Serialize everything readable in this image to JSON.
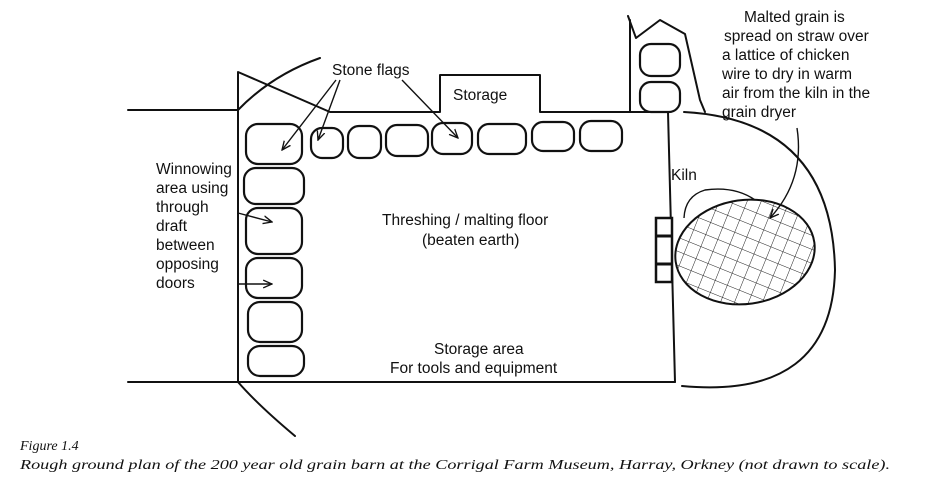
{
  "labels": {
    "stone_flags": "Stone flags",
    "storage": "Storage",
    "winnowing": [
      "Winnowing",
      "area using",
      "through",
      "draft",
      "between",
      "opposing",
      "doors"
    ],
    "threshing": [
      "Threshing / malting floor",
      "(beaten earth)"
    ],
    "storage_area": [
      "Storage area",
      "For tools and equipment"
    ],
    "kiln": "Kiln",
    "malted": [
      "Malted grain is",
      "spread on straw over",
      "a lattice of chicken",
      "wire to dry in warm",
      "air from the kiln in the",
      "grain dryer"
    ]
  },
  "caption": {
    "figure": "Figure 1.4",
    "text": "Rough ground plan of the 200 year old grain barn at the Corrigal Farm Museum, Harray, Orkney (not drawn to scale)."
  }
}
